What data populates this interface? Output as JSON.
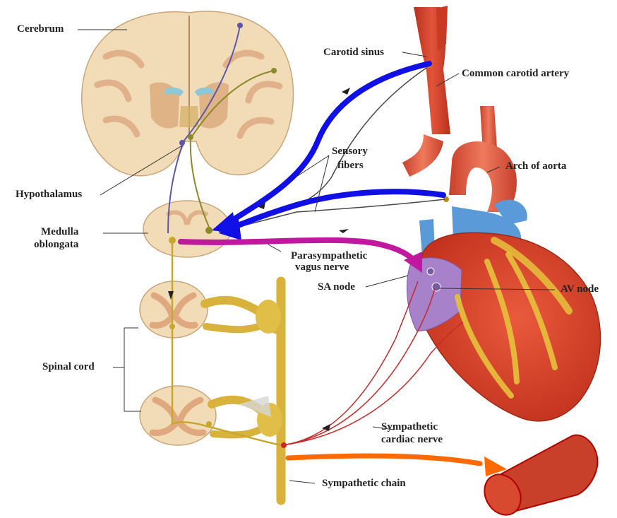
{
  "labels": {
    "cerebrum": "Cerebrum",
    "carotid_sinus": "Carotid sinus",
    "common_carotid_artery": "Common carotid artery",
    "sensory_fibers_line1": "Sensory",
    "sensory_fibers_line2": "fibers",
    "arch_of_aorta": "Arch of aorta",
    "hypothalamus": "Hypothalamus",
    "medulla_line1": "Medulla",
    "medulla_line2": "oblongata",
    "parasympathetic_line1": "Parasympathetic",
    "parasympathetic_line2": "vagus nerve",
    "sa_node": "SA node",
    "av_node": "AV node",
    "spinal_cord": "Spinal cord",
    "sympathetic_cardiac_line1": "Sympathetic",
    "sympathetic_cardiac_line2": "cardiac nerve",
    "sympathetic_chain": "Sympathetic chain"
  },
  "colors": {
    "brain_tissue": "#f2dcb8",
    "brain_gray": "#e2b48c",
    "nerve_yellow": "#d8b23a",
    "nerve_purple": "#5c57a8",
    "artery_red": "#d9553a",
    "vein_blue": "#5b9ad8",
    "heart_red": "#d8402e",
    "arrow_blue": "#1010e6",
    "arrow_magenta": "#c0189e",
    "arrow_orange": "#ff6a00",
    "vessel_red": "#c8402a"
  }
}
